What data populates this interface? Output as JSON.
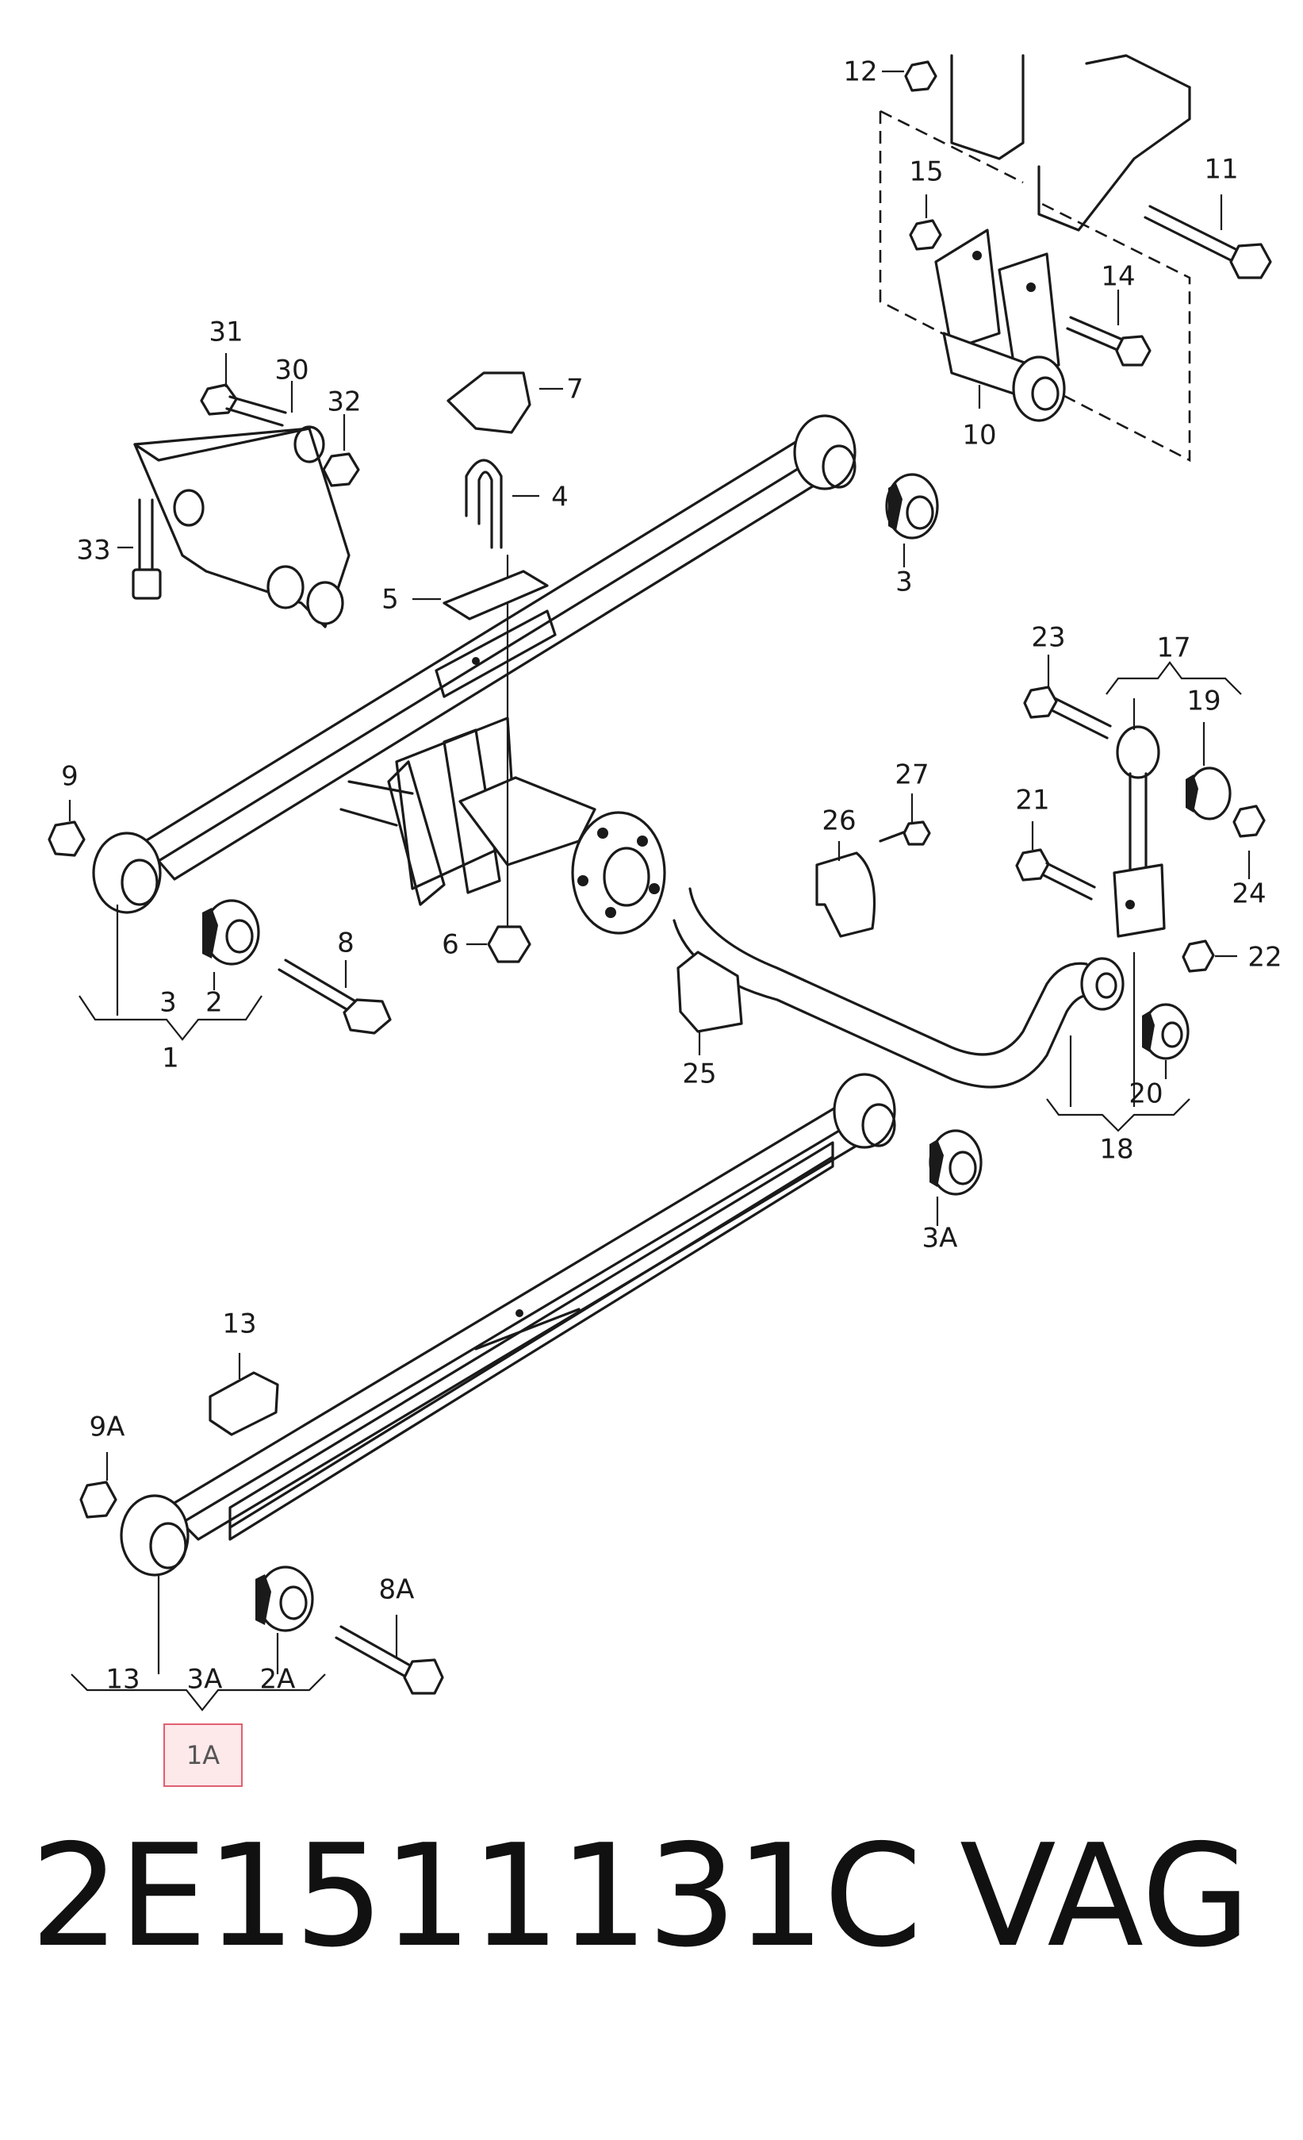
{
  "diagram": {
    "labels": [
      "12",
      "15",
      "11",
      "14",
      "10",
      "31",
      "30",
      "32",
      "7",
      "33",
      "4",
      "3",
      "5",
      "23",
      "17",
      "19",
      "9",
      "27",
      "26",
      "21",
      "24",
      "22",
      "8",
      "6",
      "3",
      "2",
      "1",
      "25",
      "20",
      "18",
      "3A",
      "13",
      "9A",
      "8A",
      "13",
      "3A",
      "2A"
    ],
    "highlight_label": "1A"
  },
  "caption": {
    "part_number": "2E1511131C",
    "brand": "VAG"
  },
  "colors": {
    "line": "#1a1a1a",
    "highlight_border": "#e06070",
    "highlight_fill": "#fde8ea"
  }
}
